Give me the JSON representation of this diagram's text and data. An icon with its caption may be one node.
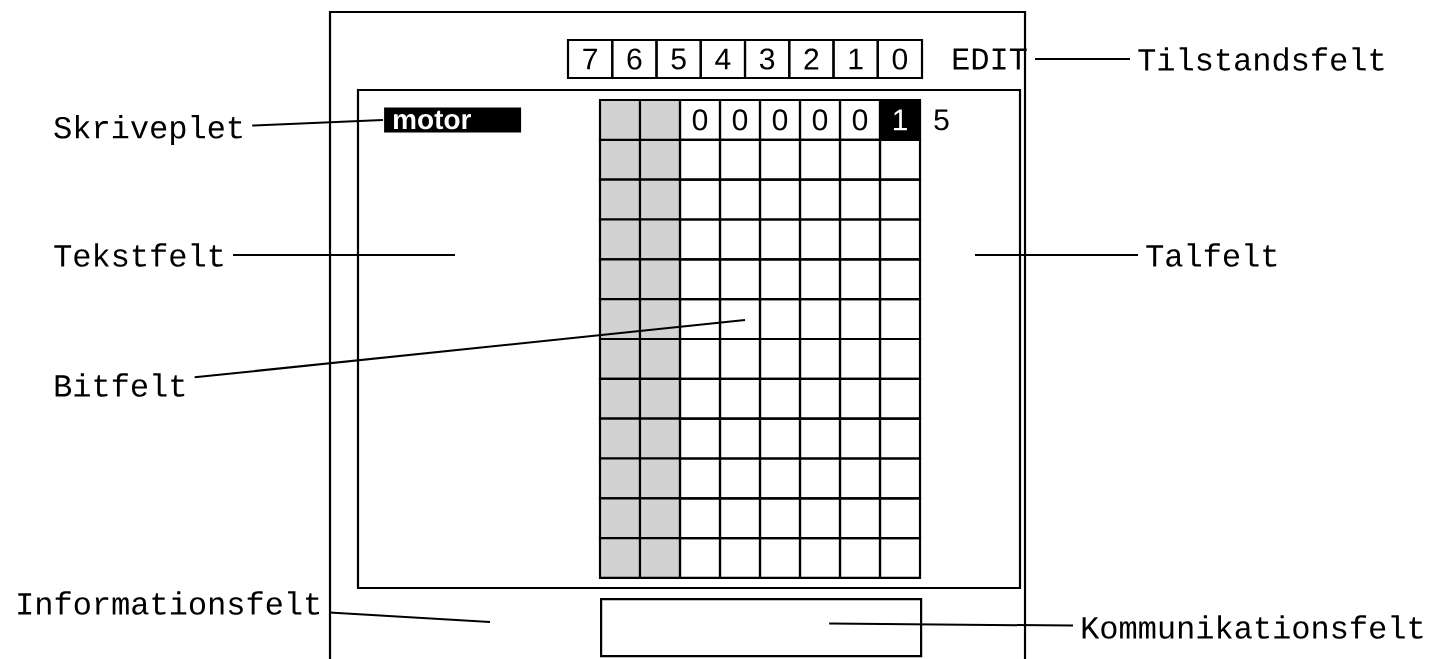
{
  "diagram": {
    "nodes": [
      {
        "text": [
          "EDIT"
        ]
      },
      {
        "text": [
          "Tilstandsfelt"
        ]
      },
      {
        "text": [
          "Skriveplet"
        ]
      },
      {
        "text": [
          "motor"
        ]
      },
      {
        "text": [
          "Tekstfelt"
        ]
      },
      {
        "text": [
          "Talfelt"
        ]
      },
      {
        "text": [
          "Bitfelt"
        ]
      },
      {
        "text": [
          "Informationsfelt"
        ]
      },
      {
        "text": [
          "Kommunikationsfelt"
        ]
      },
      {
        "text": [],
        "shape": "box"
      }
    ],
    "edges": [
      {
        "from": 1,
        "to": 0,
        "arrow": "none"
      },
      {
        "from": 2,
        "to": 3,
        "arrow": "none"
      },
      {
        "from": 4,
        "to": null,
        "arrow": "none"
      },
      {
        "from": 5,
        "to": null,
        "arrow": "none"
      },
      {
        "from": 6,
        "to": null,
        "arrow": "none"
      },
      {
        "from": 7,
        "to": null,
        "arrow": "none"
      },
      {
        "from": 8,
        "to": 9,
        "arrow": "none"
      }
    ],
    "labels": [
      "7",
      "6",
      "5",
      "4",
      "3",
      "2",
      "1",
      "0",
      "0",
      "0",
      "0",
      "0",
      "0",
      "1",
      "5"
    ]
  }
}
